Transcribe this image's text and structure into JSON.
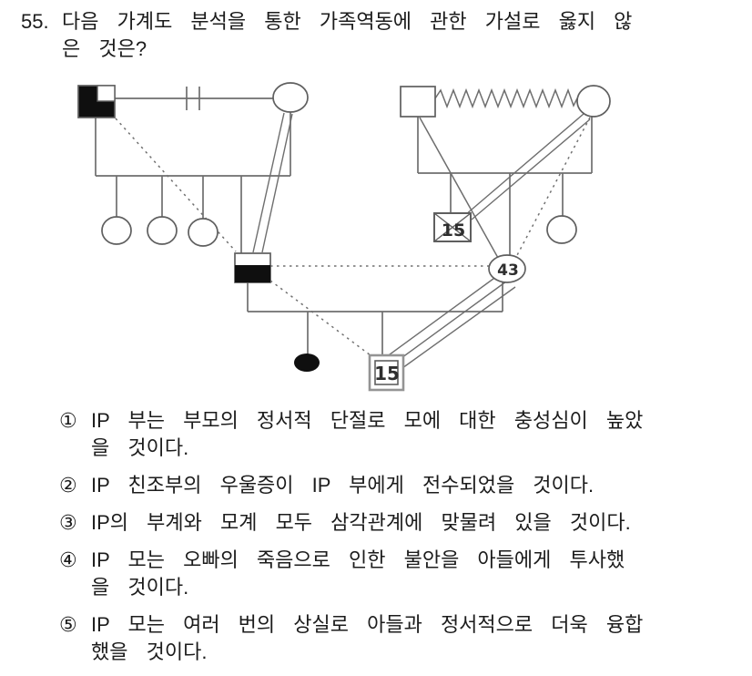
{
  "question": {
    "number": "55.",
    "text": "다음 가계도 분석을 통한 가족역동에 관한 가설로 옳지 않\n은 것은?"
  },
  "genogram": {
    "labels": {
      "deceased_maternal_uncle_age": "15",
      "ip_mother_age": "43",
      "ip_age": "15"
    },
    "colors": {
      "line_gray": "#6e6e6e",
      "fill_black": "#0f0f0f"
    },
    "legend": {
      "paternal_grandfather": "depression (partially filled square)",
      "paternal_marriage": "emotional cutoff (double bars)",
      "maternal_marriage": "conflict (zigzag)",
      "deceased_uncle": "death (X through square), age 15",
      "ip": "identified patient (double-bordered square), age 15",
      "abortion": "filled dot",
      "fusion": "double/triple parallel lines",
      "distant": "dotted lines"
    }
  },
  "choices": [
    {
      "marker": "①",
      "text": "IP 부는 부모의 정서적 단절로 모에 대한 충성심이 높았\n을 것이다."
    },
    {
      "marker": "②",
      "text": "IP 친조부의 우울증이 IP 부에게 전수되었을 것이다."
    },
    {
      "marker": "③",
      "text": "IP의 부계와 모계 모두 삼각관계에 맞물려 있을 것이다."
    },
    {
      "marker": "④",
      "text": "IP 모는 오빠의 죽음으로 인한 불안을 아들에게 투사했\n을 것이다."
    },
    {
      "marker": "⑤",
      "text": "IP 모는 여러 번의 상실로 아들과 정서적으로 더욱 융합\n했을 것이다."
    }
  ]
}
